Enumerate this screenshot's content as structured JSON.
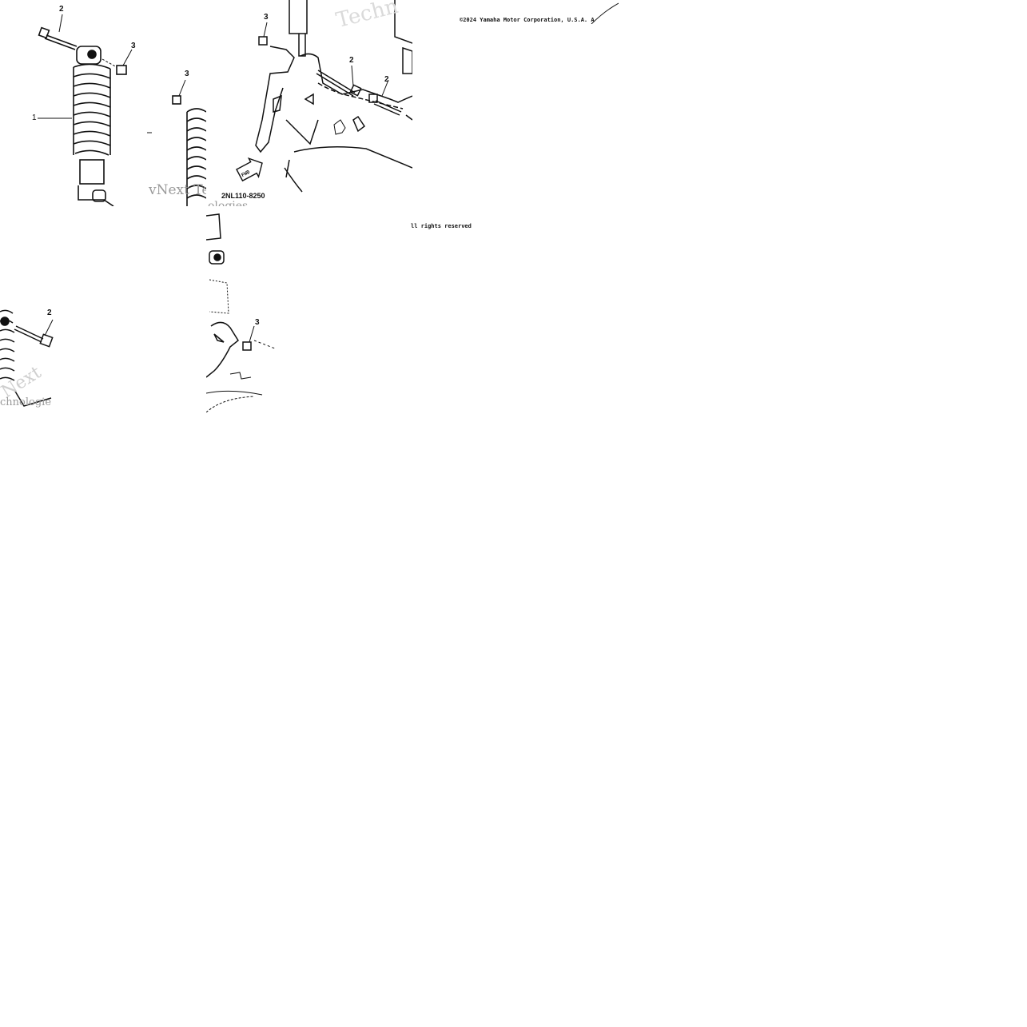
{
  "callouts": {
    "shock_absorber": "1",
    "bolt": "2",
    "nut": "3"
  },
  "diagram": {
    "part_code": "2NL110-8250",
    "fwd_label": "FWD",
    "copyright": "©2024 Yamaha Motor Corporation, U.S.A. A",
    "rights": "ll rights reserved"
  },
  "watermarks": {
    "tech": "Techn",
    "vnext": "vNext Te",
    "logies": "ologies",
    "next": "Next",
    "technologies": "chnologie"
  }
}
